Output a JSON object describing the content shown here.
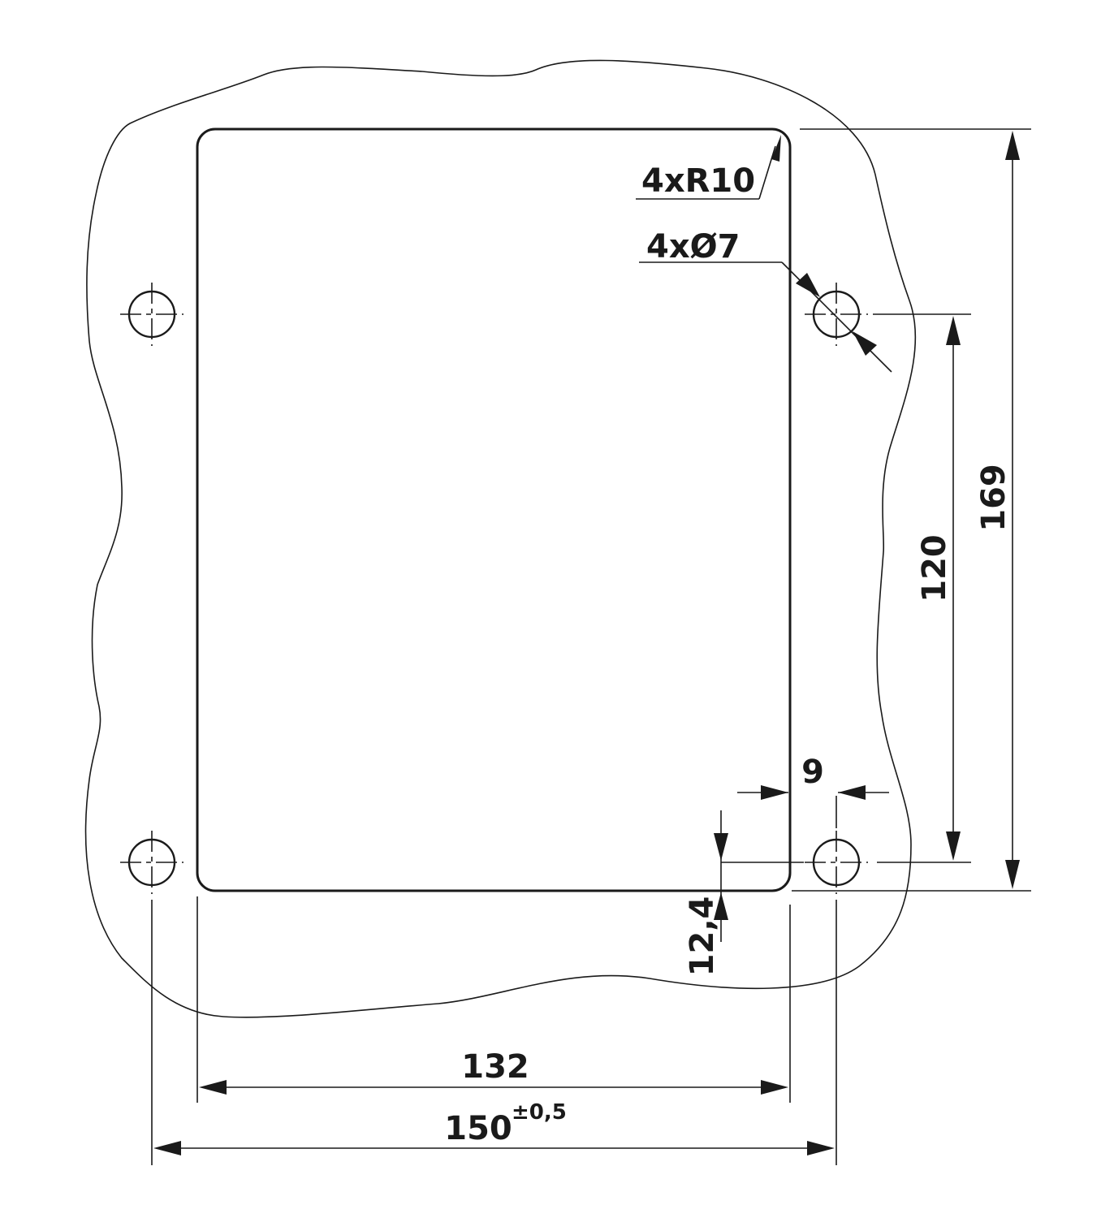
{
  "drawing": {
    "labels": {
      "corner_radius": "4xR10",
      "hole_diameter": "4xØ7",
      "hole_spacing_vertical": "120",
      "overall_height": "169",
      "hole_offset_horizontal": "9",
      "hole_offset_vertical": "12,4",
      "cutout_width": "132",
      "hole_spacing_horizontal": "150",
      "hole_spacing_horizontal_tolerance": "±0,5"
    }
  }
}
